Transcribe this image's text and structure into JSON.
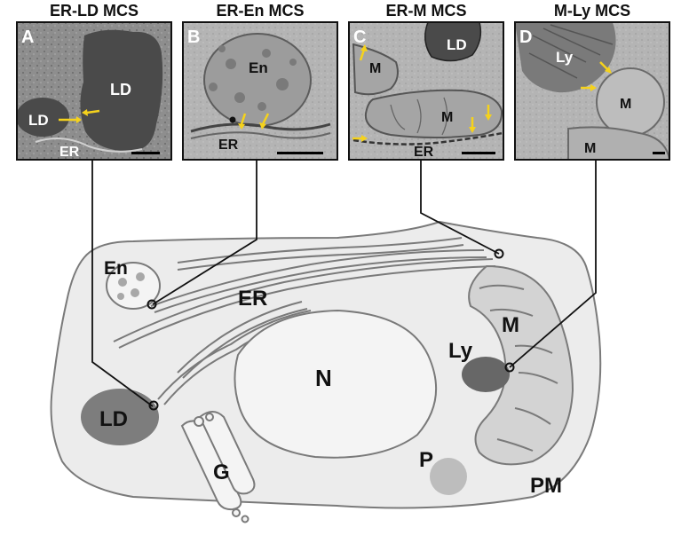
{
  "panels": [
    {
      "header": "ER-LD MCS",
      "letter": "A",
      "labels": [
        "LD",
        "LD",
        "ER"
      ]
    },
    {
      "header": "ER-En MCS",
      "letter": "B",
      "labels": [
        "En",
        "ER"
      ]
    },
    {
      "header": "ER-M MCS",
      "letter": "C",
      "labels": [
        "LD",
        "M",
        "M",
        "ER"
      ]
    },
    {
      "header": "M-Ly MCS",
      "letter": "D",
      "labels": [
        "Ly",
        "M",
        "M"
      ]
    }
  ],
  "cell_labels": {
    "en": "En",
    "er": "ER",
    "n": "N",
    "m": "M",
    "ly": "Ly",
    "ld": "LD",
    "g": "G",
    "p": "P",
    "pm": "PM"
  },
  "colors": {
    "cytoplasm": "#ececec",
    "organelle_light": "#d3d3d3",
    "lipid_droplet": "#7d7d7d",
    "lysosome": "#676767",
    "em_dark": "#4a4a4a",
    "arrow": "#f5d21c"
  }
}
